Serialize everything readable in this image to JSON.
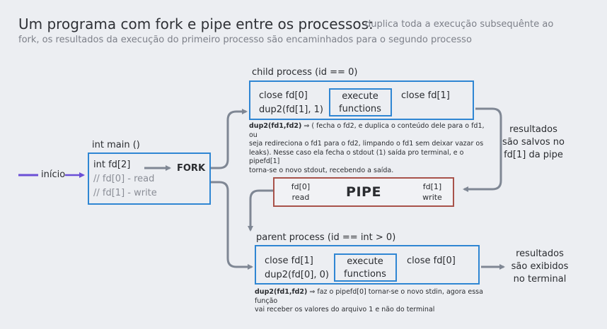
{
  "title": "Um programa com fork e pipe entre os processos:",
  "subtitle_line1": "duplica toda a execução subsequênte ao",
  "subtitle_line2": "fork, os  resultados da execução do primeiro processo são encaminhados para o segundo processo",
  "start": {
    "label": "início"
  },
  "main": {
    "header": "int main ()",
    "line1": "int fd[2]",
    "line2": "// fd[0] - read",
    "line3": "// fd[1] - write",
    "fork_label": "FORK"
  },
  "child": {
    "header": "child process (id == 0)",
    "close_read": "close fd[0]",
    "dup": "dup2(fd[1], 1)",
    "execute_line1": "execute",
    "execute_line2": "functions",
    "close_write": "close fd[1]",
    "note_bold": "dup2(fd1,fd2)",
    "note_l1": " ⇒ ( fecha o fd2, e duplica o conteúdo dele para o fd1, ou",
    "note_l2": "seja redireciona o fd1 para o fd2, limpando o fd1 sem deixar vazar os",
    "note_l3": "leaks). Nesse caso ela fecha o stdout (1) saída pro terminal, e o pipefd[1]",
    "note_l4": "torna-se o novo stdout, recebendo a saída."
  },
  "child_result": {
    "l1": "resultados",
    "l2": "são salvos no",
    "l3": "fd[1] da pipe"
  },
  "pipe": {
    "title": "PIPE",
    "left_top": "fd[0]",
    "left_bottom": "read",
    "right_top": "fd[1]",
    "right_bottom": "write"
  },
  "parent": {
    "header": "parent process (id == int > 0)",
    "close_write": "close fd[1]",
    "dup": "dup2(fd[0], 0)",
    "execute_line1": "execute",
    "execute_line2": "functions",
    "close_read": "close fd[0]",
    "note_bold": "dup2(fd1,fd2)",
    "note_l1": " ⇒ faz o pipefd[0] tornar-se o novo stdin, agora essa função",
    "note_l2": "vai receber os valores do arquivo 1 e não do terminal"
  },
  "parent_result": {
    "l1": "resultados",
    "l2": "são exibidos",
    "l3": "no terminal"
  },
  "colors": {
    "process_border": "#2f86d3",
    "pipe_border": "#a8524a",
    "connector": "#7f8794",
    "start_arrow": "#6a4fd6"
  }
}
